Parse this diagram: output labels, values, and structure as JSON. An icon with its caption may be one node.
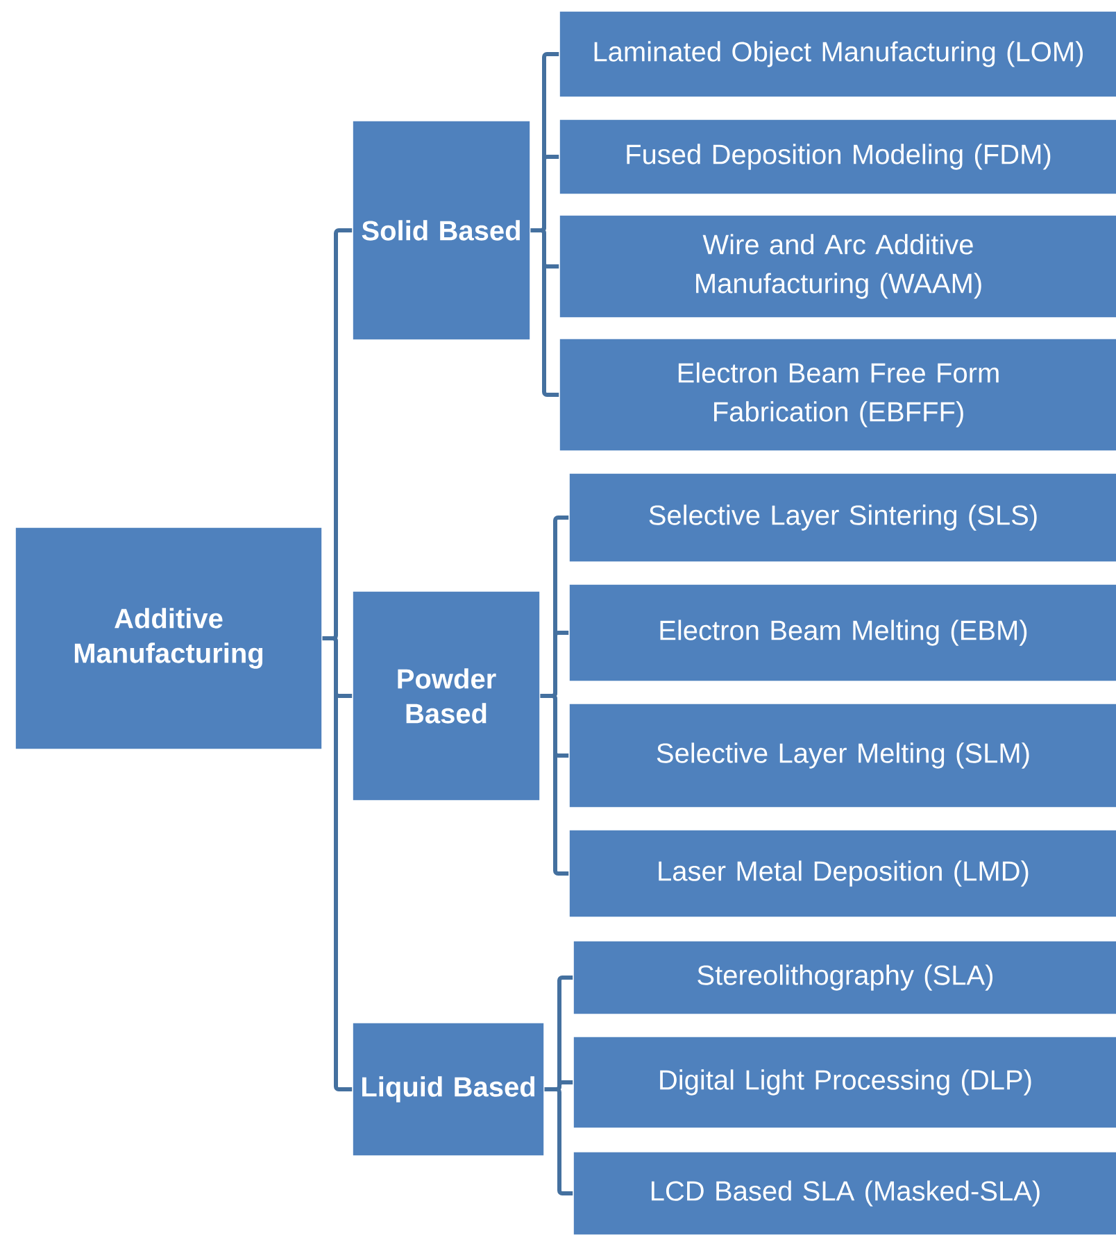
{
  "diagram": {
    "nodes": [
      {
        "text": [
          "Additive Manufacturing"
        ]
      },
      {
        "text": [
          "Solid Based"
        ]
      },
      {
        "text": [
          "Laminated Object Manufacturing (LOM)"
        ]
      },
      {
        "text": [
          "Fused Deposition Modeling (FDM)"
        ]
      },
      {
        "text": [
          "Wire and Arc Additive Manufacturing (WAAM)"
        ]
      },
      {
        "text": [
          "Electron Beam Free Form Fabrication (EBFFF)"
        ]
      },
      {
        "text": [
          "Powder Based"
        ]
      },
      {
        "text": [
          "Selective Layer Sintering (SLS)"
        ]
      },
      {
        "text": [
          "Electron Beam Melting (EBM)"
        ]
      },
      {
        "text": [
          "Selective Layer Melting (SLM)"
        ]
      },
      {
        "text": [
          "Laser Metal Deposition (LMD)"
        ]
      },
      {
        "text": [
          "Liquid Based"
        ]
      },
      {
        "text": [
          "Stereolithography (SLA)"
        ]
      },
      {
        "text": [
          "Digital Light Processing (DLP)"
        ]
      },
      {
        "text": [
          "LCD Based SLA (Masked-SLA)"
        ]
      }
    ],
    "edges": [
      {
        "from": 0,
        "to": 1,
        "arrow": "none"
      },
      {
        "from": 0,
        "to": 6,
        "arrow": "none"
      },
      {
        "from": 0,
        "to": 11,
        "arrow": "none"
      },
      {
        "from": 1,
        "to": 2,
        "arrow": "none"
      },
      {
        "from": 1,
        "to": 3,
        "arrow": "none"
      },
      {
        "from": 1,
        "to": 4,
        "arrow": "none"
      },
      {
        "from": 1,
        "to": 5,
        "arrow": "none"
      },
      {
        "from": 6,
        "to": 7,
        "arrow": "none"
      },
      {
        "from": 6,
        "to": 8,
        "arrow": "none"
      },
      {
        "from": 6,
        "to": 9,
        "arrow": "none"
      },
      {
        "from": 6,
        "to": 10,
        "arrow": "none"
      },
      {
        "from": 11,
        "to": 12,
        "arrow": "none"
      },
      {
        "from": 11,
        "to": 13,
        "arrow": "none"
      },
      {
        "from": 11,
        "to": 14,
        "arrow": "none"
      }
    ]
  }
}
